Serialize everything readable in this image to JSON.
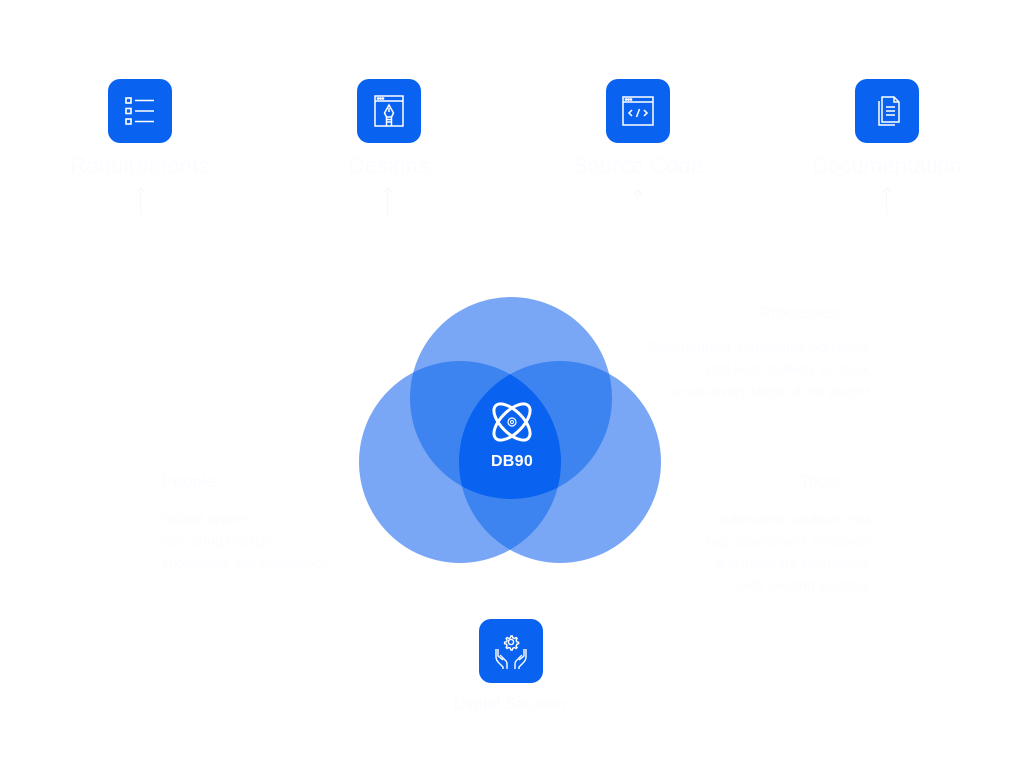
{
  "top_items": [
    {
      "label": "Requirements",
      "icon": "checklist-icon"
    },
    {
      "label": "Designs",
      "icon": "design-pen-icon"
    },
    {
      "label": "Source Code",
      "icon": "code-window-icon"
    },
    {
      "label": "Documentation",
      "icon": "documents-icon"
    }
  ],
  "venn": {
    "colors": {
      "circle": "#7aa7f5",
      "overlap": "#3d84f0",
      "center": "#0a62f0",
      "tile": "#0a62f0"
    },
    "center_logo": {
      "text": "DB90",
      "icon": "atom-gear-icon"
    },
    "processes": {
      "title": "Processes",
      "text": "Standardized, repeatable workflows\nthat keep delivery on track\nacross every stage of the project"
    },
    "people": {
      "title": "People",
      "text": "Skilled experts\nwho bring the right\nknowledge and experience"
    },
    "tools": {
      "title": "Tools",
      "text": "Automated solutions that\nhelp teams work efficiently\nand integrate seamlessly\nwith existing systems"
    }
  },
  "bottom_item": {
    "label": "Digital Solution",
    "icon": "hands-gear-icon"
  }
}
